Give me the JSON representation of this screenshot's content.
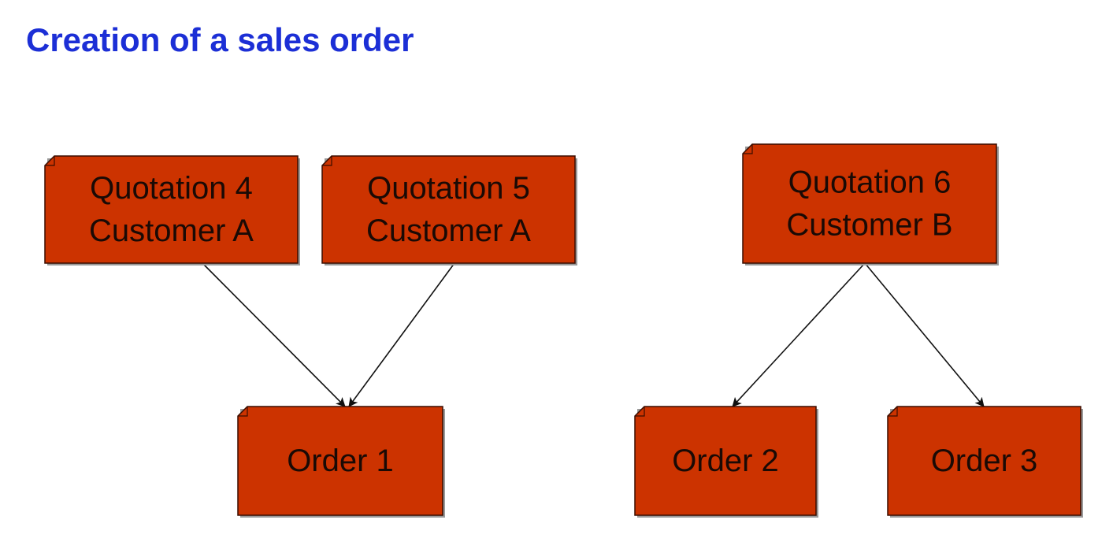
{
  "title": "Creation of a sales order",
  "colors": {
    "title": "#1c2fd6",
    "box_fill": "#cc3300",
    "box_stroke": "#3a0d00",
    "box_text": "#1a0a05",
    "arrow": "#111111"
  },
  "nodes": {
    "q4": {
      "lines": [
        "Quotation 4",
        "Customer A"
      ]
    },
    "q5": {
      "lines": [
        "Quotation 5",
        "Customer A"
      ]
    },
    "q6": {
      "lines": [
        "Quotation 6",
        "Customer B"
      ]
    },
    "o1": {
      "lines": [
        "Order 1"
      ]
    },
    "o2": {
      "lines": [
        "Order 2"
      ]
    },
    "o3": {
      "lines": [
        "Order 3"
      ]
    }
  },
  "edges": [
    {
      "from": "q4",
      "to": "o1"
    },
    {
      "from": "q5",
      "to": "o1"
    },
    {
      "from": "q6",
      "to": "o2"
    },
    {
      "from": "q6",
      "to": "o3"
    }
  ]
}
